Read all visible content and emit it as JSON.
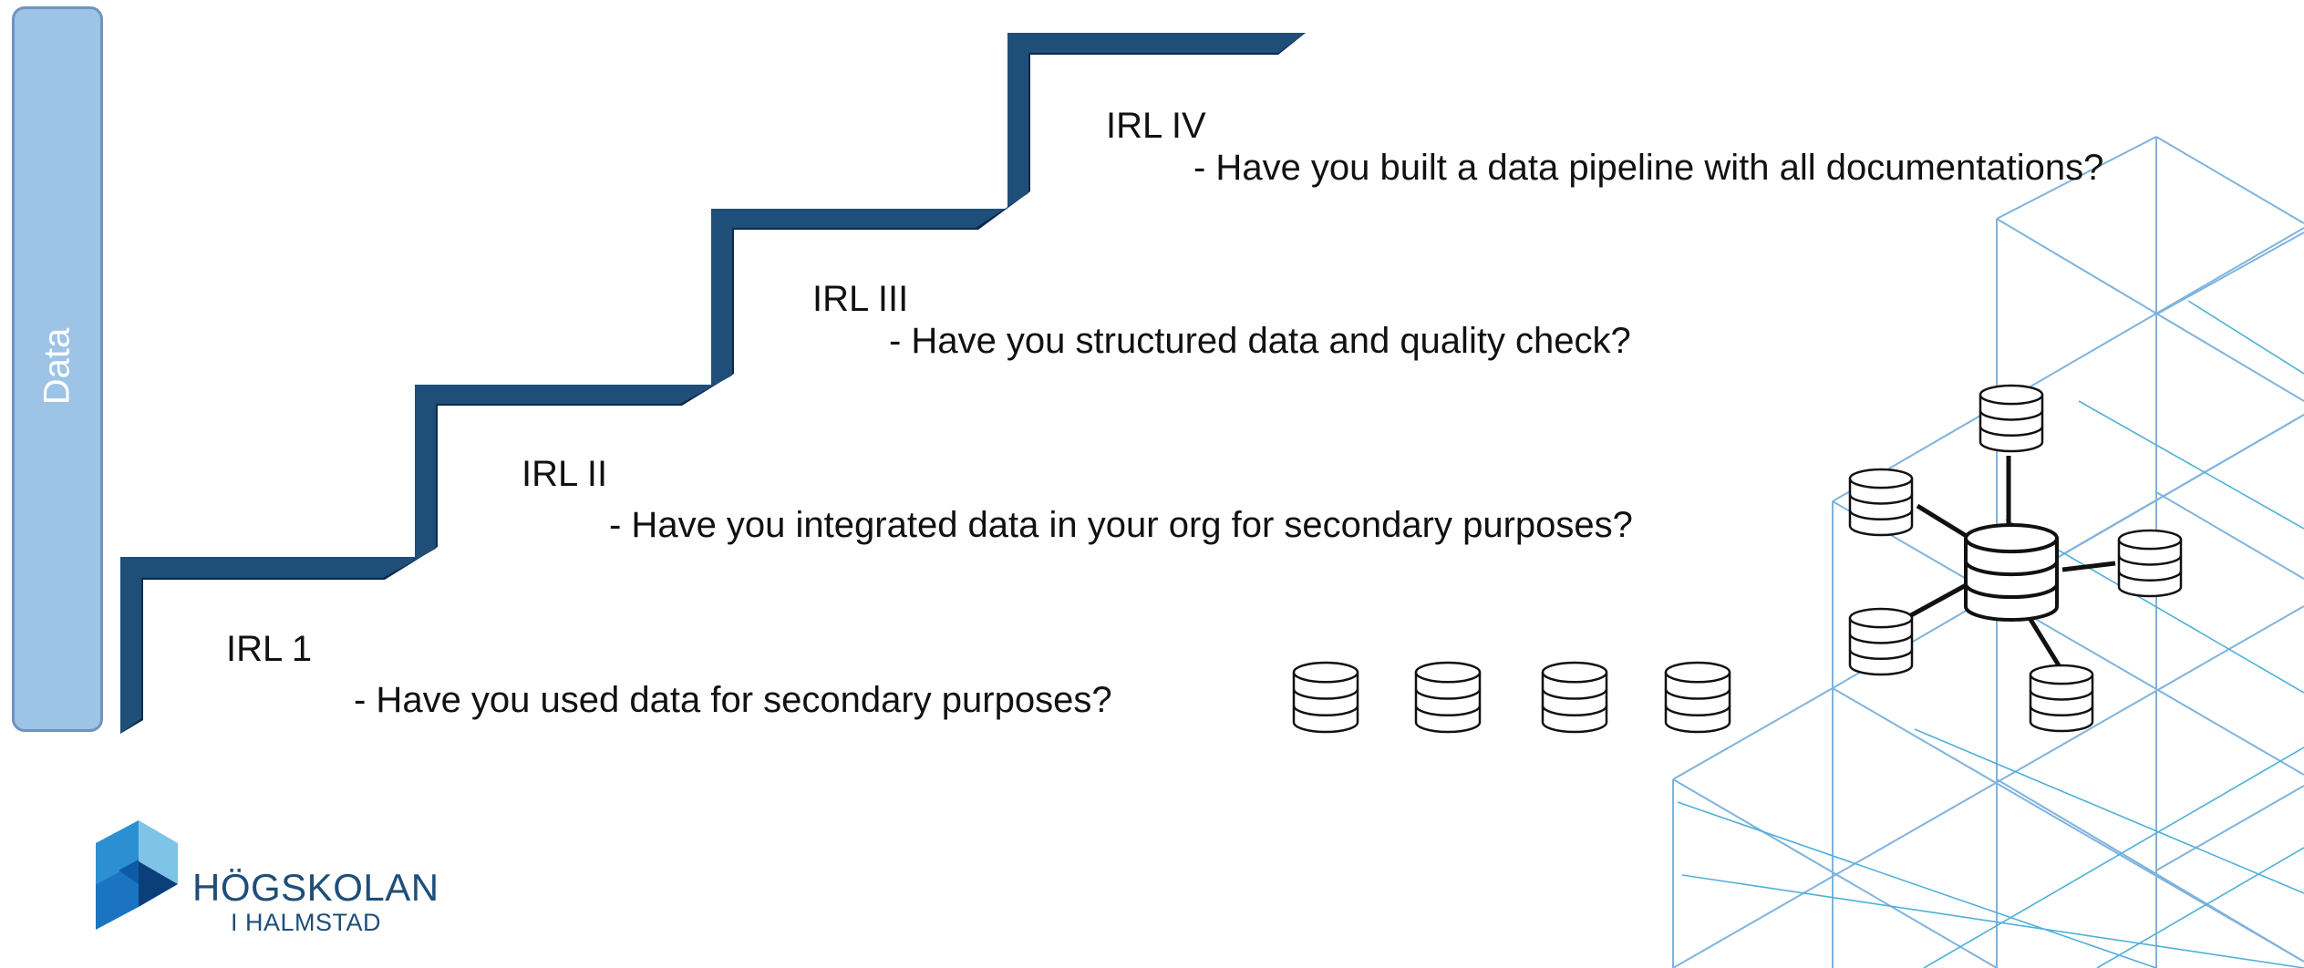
{
  "side_label": "Data",
  "levels": [
    {
      "title": "IRL 1",
      "question": "- Have you used data for secondary purposes?"
    },
    {
      "title": "IRL II",
      "question": "- Have you integrated data in your org for secondary purposes?"
    },
    {
      "title": "IRL III",
      "question": "- Have you structured data and quality check?"
    },
    {
      "title": "IRL IV",
      "question": "- Have you built a data pipeline with all documentations?"
    }
  ],
  "logo": {
    "line1": "HÖGSKOLAN",
    "line2": "I HALMSTAD"
  },
  "colors": {
    "stair": "#1f4e79",
    "stair_edge": "#0b2a4a",
    "tab": "#9dc3e6",
    "lattice": "#5b9bd5"
  }
}
